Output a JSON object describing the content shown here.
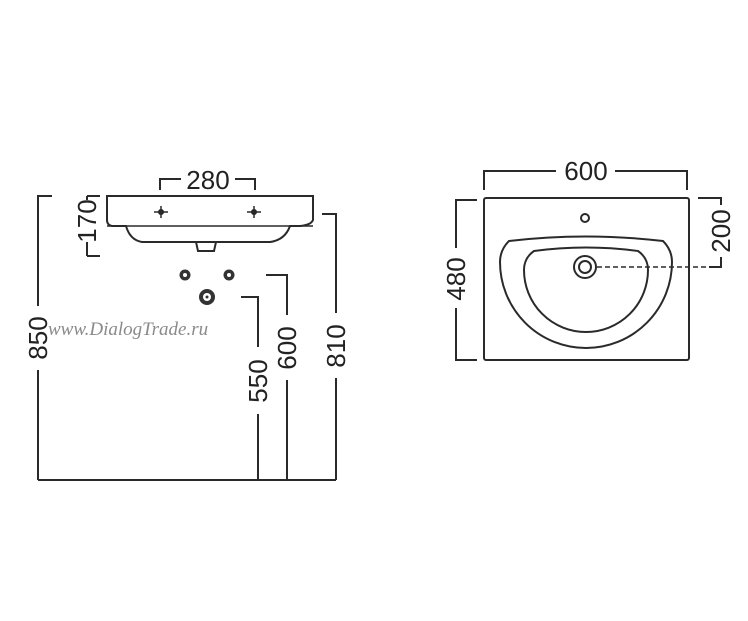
{
  "watermark": "www.DialogTrade.ru",
  "side_view": {
    "width_taps": "280",
    "bowl_height": "170",
    "total_height": "850",
    "drain_height": "550",
    "supply_height": "600",
    "rim_height": "810"
  },
  "top_view": {
    "width": "600",
    "depth": "480",
    "tap_offset": "200"
  }
}
